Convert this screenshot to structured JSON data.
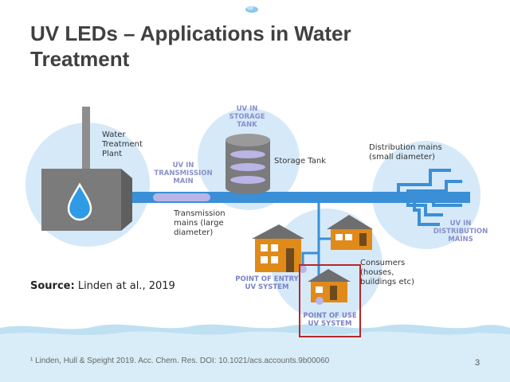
{
  "slide": {
    "title_line1": "UV LEDs – Applications in Water",
    "title_line2": "Treatment",
    "source_bold": "Source:",
    "source_text": " Linden at al., 2019",
    "footnote": "¹ Linden, Hull & Speight 2019. Acc. Chem. Res. DOI: 10.1021/acs.accounts.9b00060",
    "page_number": "3"
  },
  "diagram": {
    "plant_label": [
      "Water",
      "Treatment",
      "Plant"
    ],
    "uv_transmission": [
      "UV IN",
      "TRANSMISSION",
      "MAIN"
    ],
    "transmission_label": [
      "Transmission",
      "mains (large",
      "diameter)"
    ],
    "uv_storage": [
      "UV IN",
      "STORAGE",
      "TANK"
    ],
    "storage_label": "Storage Tank",
    "distribution_label": [
      "Distribution mains",
      "(small diameter)"
    ],
    "uv_distribution": [
      "UV IN",
      "DISTRIBUTION",
      "MAINS"
    ],
    "consumers_label": [
      "Consumers",
      "(houses,",
      "buildings etc)"
    ],
    "uv_entry": [
      "POINT OF ENTRY",
      "UV SYSTEM"
    ],
    "uv_use": [
      "POINT OF USE",
      "UV SYSTEM"
    ]
  },
  "colors": {
    "title": "#404040",
    "pipe": "#3a8fd6",
    "circle_bg": "#d5e9f8",
    "uv_purple": "#b9b5e6",
    "house_orange": "#e08a1a",
    "house_roof": "#6e6e6e",
    "highlight_box": "#b3282d",
    "water": "#bfe0f2"
  }
}
